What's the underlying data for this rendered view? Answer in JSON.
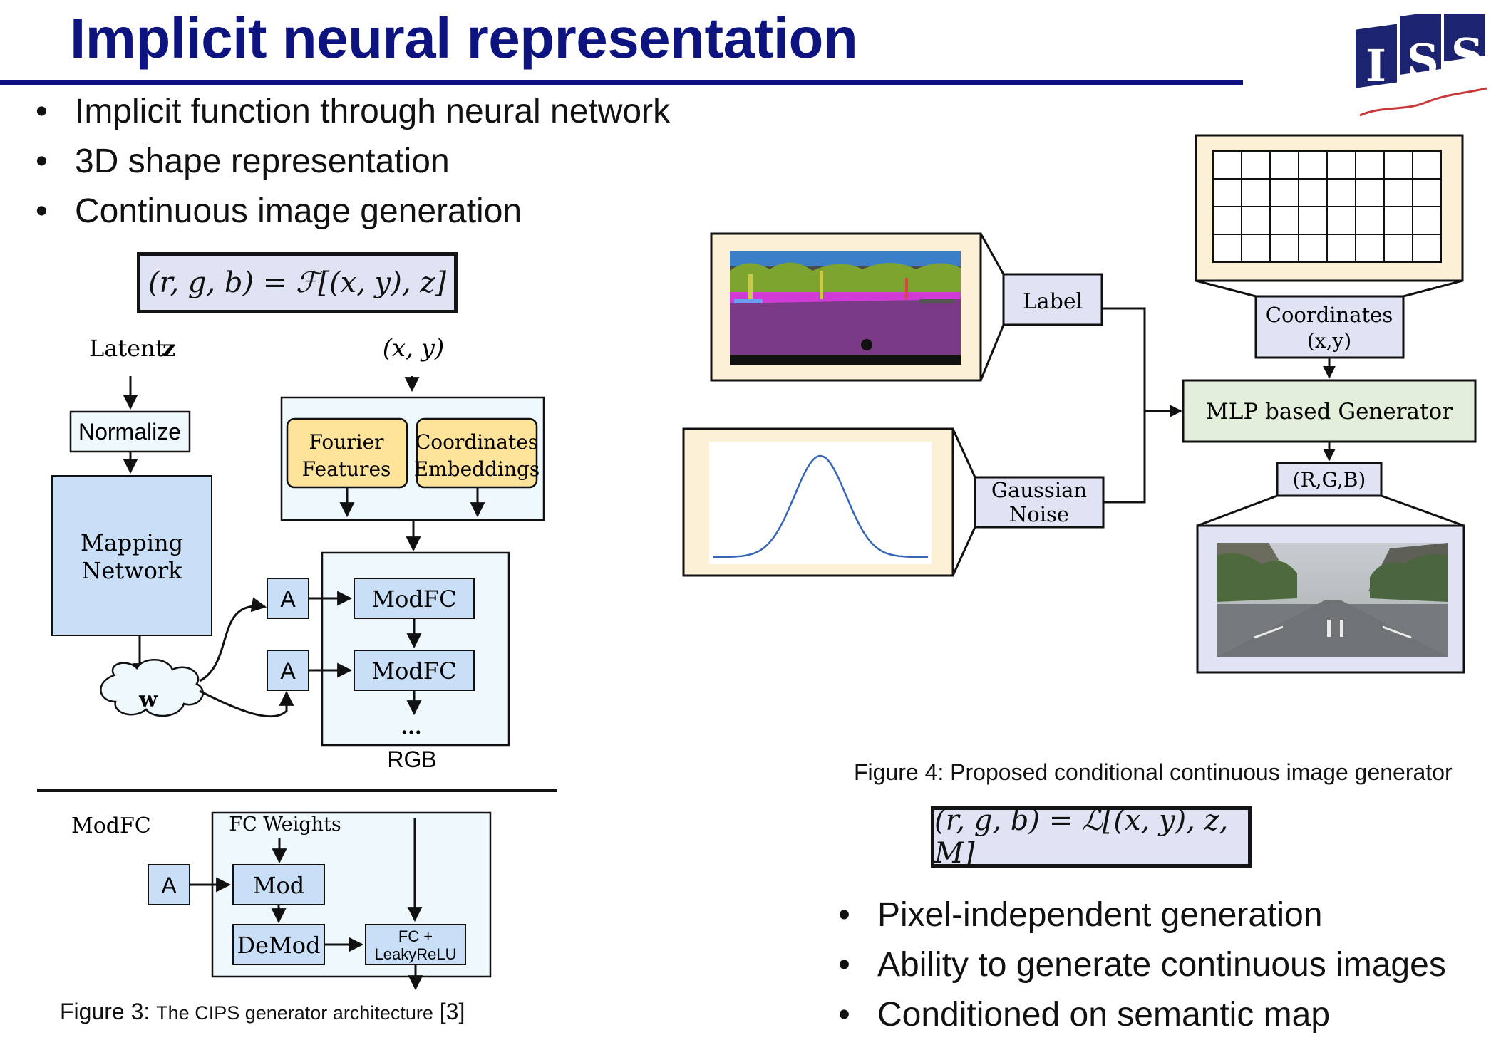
{
  "title": "Implicit neural representation",
  "top_bullets": [
    "Implicit function through neural network",
    "3D shape representation",
    "Continuous image generation"
  ],
  "equation_left": "(r, g, b) = ℱ[(x, y), z]",
  "equation_right": "(r, g, b) = ℒ[(x, y), z, M]",
  "logo": {
    "text": "ISS",
    "color": "#1c2370"
  },
  "cips_diagram": {
    "latent_label": "Latent",
    "latent_var": "z",
    "coord_input": "(x, y)",
    "normalize": "Normalize",
    "mapping_network_line1": "Mapping",
    "mapping_network_line2": "Network",
    "w_label": "w",
    "fourier_line1": "Fourier",
    "fourier_line2": "Features",
    "coord_emb_line1": "Coordinates",
    "coord_emb_line2": "Embeddings",
    "a_label": "A",
    "modfc_label": "ModFC",
    "ellipsis": "...",
    "rgb_label": "RGB"
  },
  "modfc_diagram": {
    "title": "ModFC",
    "fc_weights": "FC Weights",
    "a_label": "A",
    "mod": "Mod",
    "demod": "DeMod",
    "fc_line1": "FC +",
    "fc_line2": "LeakyReLU"
  },
  "figure3_caption": {
    "prefix": "Figure 3: ",
    "text": "The CIPS generator architecture",
    "ref": " [3]"
  },
  "proposed_diagram": {
    "label_box": "Label",
    "gaussian_line1": "Gaussian",
    "gaussian_line2": "Noise",
    "coordinates_line1": "Coordinates",
    "coordinates_line2": "(x,y)",
    "generator": "MLP based Generator",
    "output": "(R,G,B)"
  },
  "figure4_caption": "Figure 4: Proposed conditional continuous image generator",
  "bottom_bullets": [
    "Pixel-independent generation",
    "Ability to generate continuous images",
    "Conditioned on semantic map"
  ],
  "colors": {
    "title": "#0d137f",
    "box_blue": "#dfe3f3",
    "box_lightblue": "#c8dff7",
    "box_yellow": "#fde49a",
    "box_cream": "#fcf0d6",
    "box_green": "#e4efdb",
    "panel_bg": "#eef8fd"
  }
}
